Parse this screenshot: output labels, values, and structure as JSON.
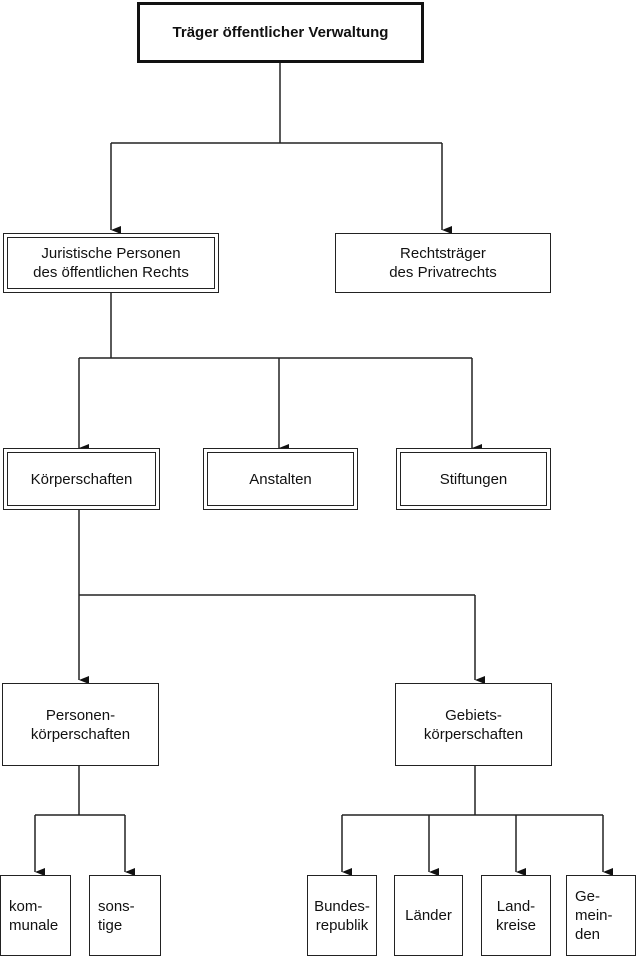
{
  "nodes": {
    "root": "Träger öffentlicher Verwaltung",
    "juristische": "Juristische Personen\ndes öffentlichen Rechts",
    "privatrecht": "Rechtsträger\ndes Privatrechts",
    "koerperschaften": "Körperschaften",
    "anstalten": "Anstalten",
    "stiftungen": "Stiftungen",
    "personen": "Personen-\nkörperschaften",
    "gebiets": "Gebiets-\nkörperschaften",
    "kommunale": "kom-\nmunale",
    "sonstige": "sons-\ntige",
    "bundesrepublik": "Bundes-\nrepublik",
    "laender": "Länder",
    "landkreise": "Land-\nkreise",
    "gemeinden": "Ge-\nmein-\nden"
  }
}
